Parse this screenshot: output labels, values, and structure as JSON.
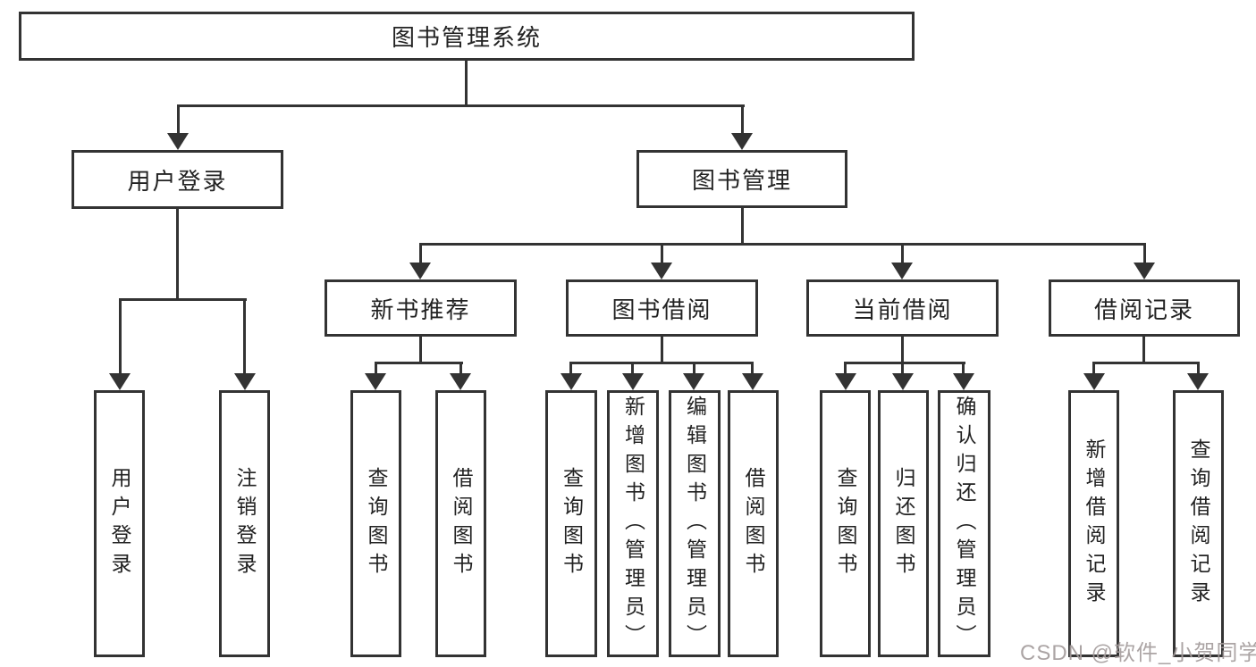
{
  "diagram": {
    "title": "图书管理系统",
    "root": "图书管理系统",
    "level1": {
      "login": "用户登录",
      "management": "图书管理"
    },
    "level2": {
      "newBooks": "新书推荐",
      "borrow": "图书借阅",
      "current": "当前借阅",
      "records": "借阅记录"
    },
    "leaves": {
      "login": [
        "用户登录",
        "注销登录"
      ],
      "newBooks": [
        "查询图书",
        "借阅图书"
      ],
      "borrow": [
        "查询图书",
        "新增图书（管理员）",
        "编辑图书（管理员）",
        "借阅图书"
      ],
      "current": [
        "查询图书",
        "归还图书",
        "确认归还（管理员）"
      ],
      "records": [
        "新增借阅记录",
        "查询借阅记录"
      ]
    }
  },
  "watermark": "CSDN @软件_小贺同学",
  "colors": {
    "line": "#333333",
    "text": "#222222",
    "watermark": "#a39b9b",
    "background": "#ffffff"
  }
}
